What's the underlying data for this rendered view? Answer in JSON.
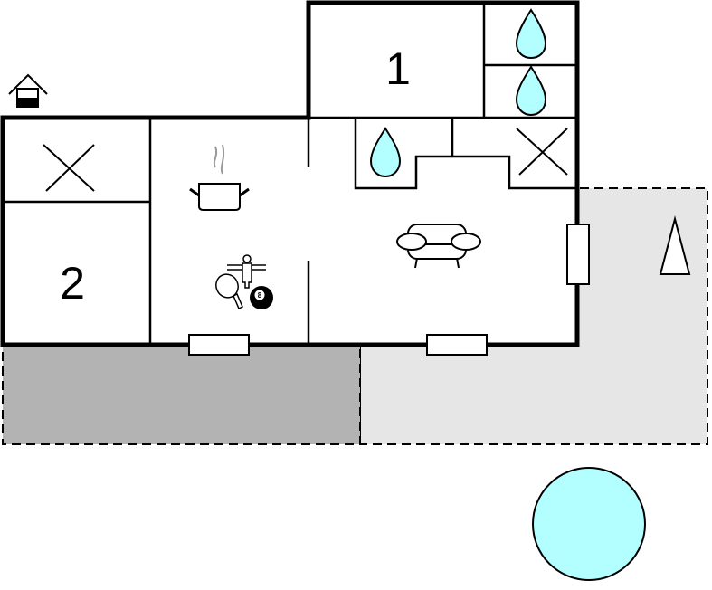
{
  "plan": {
    "rooms": [
      {
        "id": "bedroom-1",
        "label": "1"
      },
      {
        "id": "bedroom-2",
        "label": "2"
      }
    ],
    "pool_ball_number": "8",
    "colors": {
      "wall": "#000000",
      "water": "#b3ffff",
      "terrace_covered": "#b3b3b3",
      "terrace_open": "#e6e6e6",
      "steam": "#999999"
    },
    "icons": [
      "house-icon",
      "bed-room-x-icon",
      "cooking-pot-icon",
      "table-football-icon",
      "table-tennis-icon",
      "billiard-ball-icon",
      "water-drop-icon",
      "sofa-icon",
      "tree-icon",
      "pool"
    ]
  }
}
